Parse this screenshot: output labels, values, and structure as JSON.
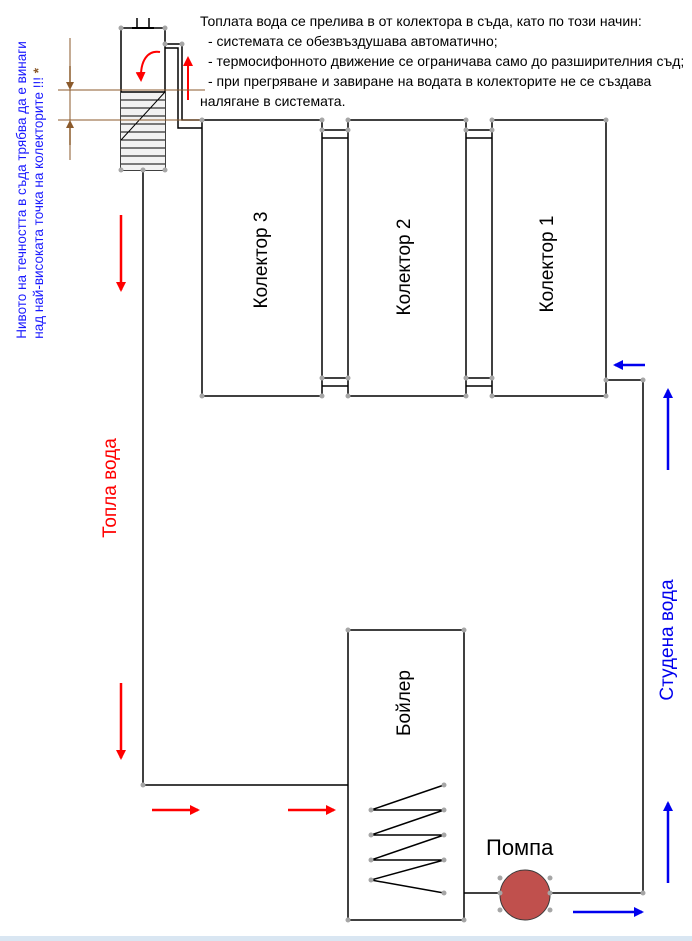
{
  "note": {
    "line1": "Топлата вода се прелива в от колектора в съда, като по този начин:",
    "line2": "- системата  се обезвъздушава  автоматично;",
    "line3": "- термосифонното движение се ограничава  само до разширителния съд;",
    "line4": "- при прегряване и завиране на водата в колекторите не се създава",
    "line5": "налягане в системата."
  },
  "level_note": {
    "line1": "Нивото на течността в съда трябва да е винаги",
    "line2": "над най-високата точка на колекторите !!!",
    "mark": "*"
  },
  "collectors": [
    "Колектор 3",
    "Колектор 2",
    "Колектор 1"
  ],
  "boiler_label": "Бойлер",
  "pump_label": "Помпа",
  "hot_water_label": "Топла вода",
  "cold_water_label": "Студена вода",
  "colors": {
    "hot": "#ff0000",
    "cold": "#0000ee",
    "pipe": "#000000",
    "pump": "#c0504d",
    "joint": "#a6a6a6",
    "level_line": "#8b5a2b"
  }
}
